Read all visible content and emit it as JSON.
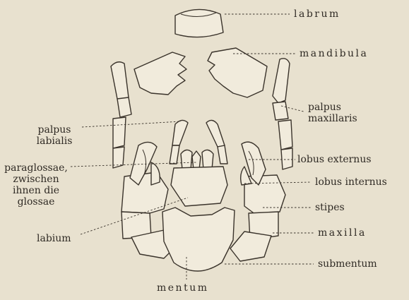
{
  "labels": {
    "labrum": "labrum",
    "mandibula": "mandibula",
    "palpus_maxillaris": [
      "palpus",
      "maxillaris"
    ],
    "palpus_labialis": [
      "palpus",
      "labialis"
    ],
    "lobus_externus": "lobus externus",
    "paraglossae": [
      "paraglossae,",
      "zwischen",
      "ihnen die",
      "glossae"
    ],
    "lobus_internus": "lobus internus",
    "stipes": "stipes",
    "labium": "labium",
    "maxilla": "maxilla",
    "submentum": "submentum",
    "mentum": "mentum"
  },
  "colors": {
    "background": "#e8e1cf",
    "ink": "#3a332b"
  }
}
